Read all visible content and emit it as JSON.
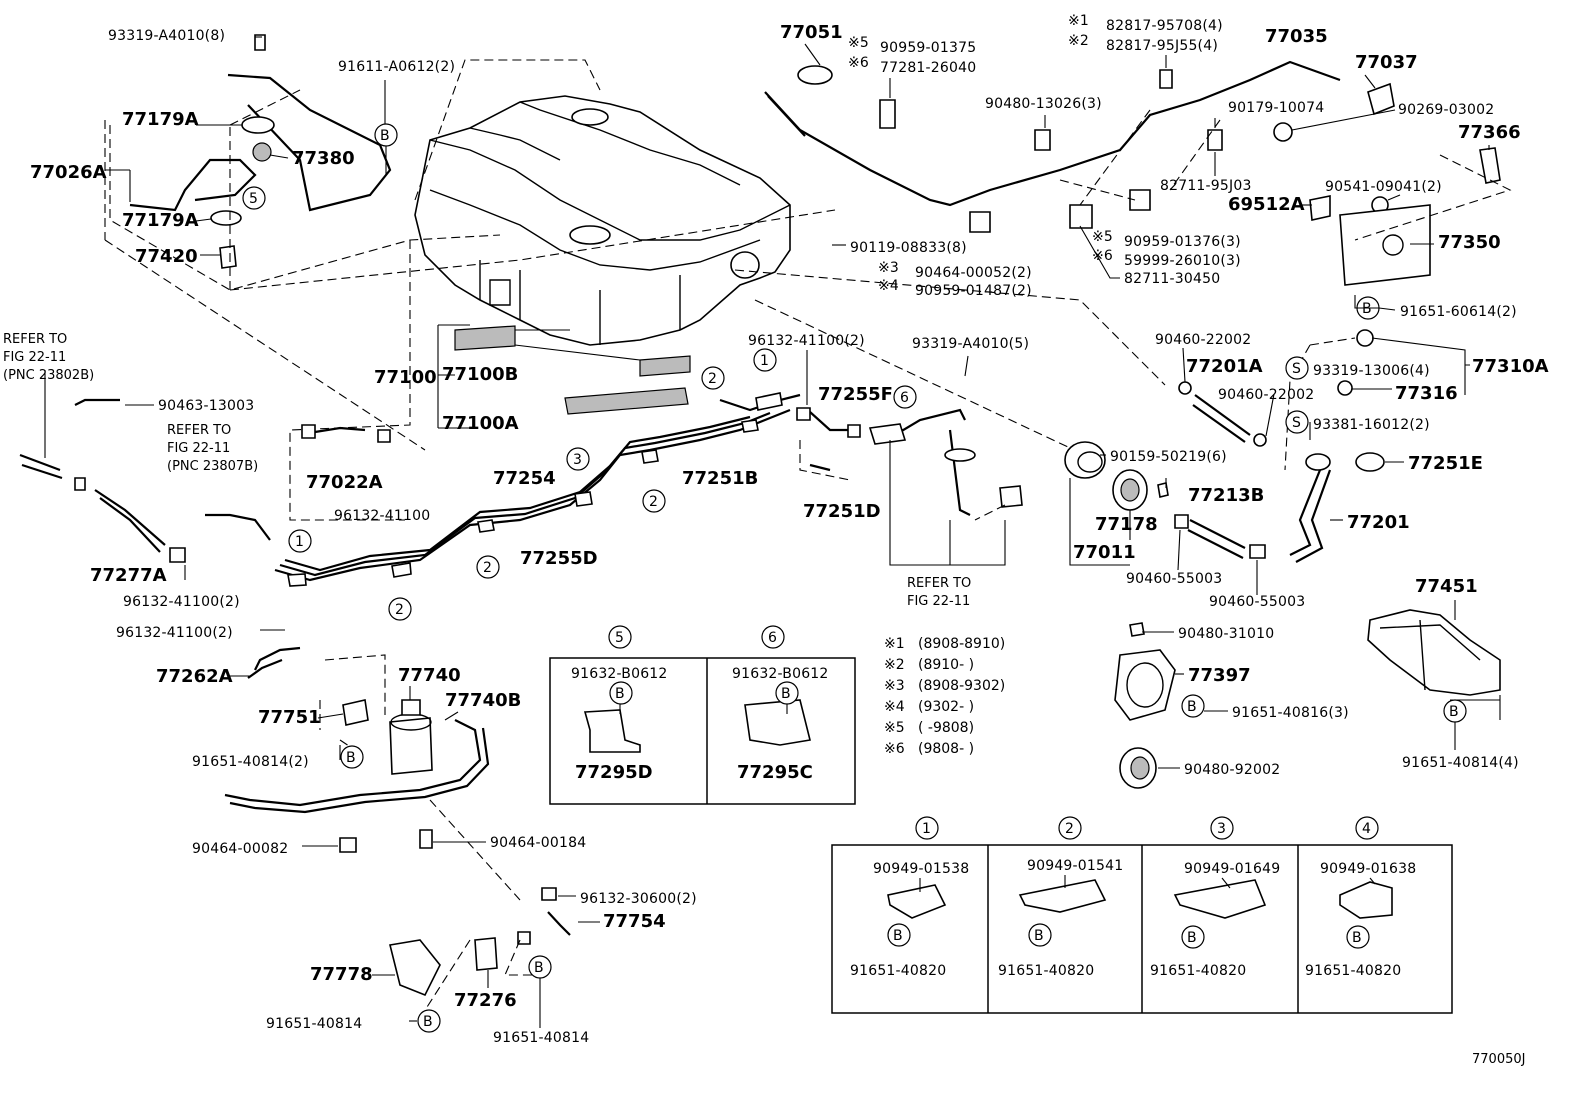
{
  "diagram_code": "770050J",
  "labels": {
    "p77051": "77051",
    "n_s5": "※5",
    "p_90959_01375": "90959-01375",
    "n_s6": "※6",
    "p_77281_26040": "77281-26040",
    "n_s1": "※1",
    "p_82817_95708": "82817-95708(4)",
    "n_s2": "※2",
    "p_82817_95J55": "82817-95J55(4)",
    "p77035": "77035",
    "p77037": "77037",
    "p_90480_13026": "90480-13026(3)",
    "p_90179_10074": "90179-10074",
    "p_90269_03002": "90269-03002",
    "p77366": "77366",
    "p_82711_95J03": "82711-95J03",
    "p_90541_09041": "90541-09041(2)",
    "p69512A": "69512A",
    "p77350": "77350",
    "n_s5b": "※5",
    "p_90959_01376": "90959-01376(3)",
    "n_s6b": "※6",
    "p_59999_26010": "59999-26010(3)",
    "p_82711_30450": "82711-30450",
    "p_90119_08833": "90119-08833(8)",
    "n_s3": "※3",
    "p_90464_00052": "90464-00052(2)",
    "n_s4": "※4",
    "p_90959_01487": "90959-01487(2)",
    "p_91651_60614": "91651-60614(2)",
    "p_93319_A4010_8": "93319-A4010(8)",
    "p_91611_A0612": "91611-A0612(2)",
    "p77179A_1": "77179A",
    "p77380": "77380",
    "p77026A": "77026A",
    "p77179A_2": "77179A",
    "p77420": "77420",
    "refer1_l1": "REFER TO",
    "refer1_l2": "FIG 22-11",
    "refer1_l3": "(PNC 23802B)",
    "p_90463_13003": "90463-13003",
    "refer2_l1": "REFER TO",
    "refer2_l2": "FIG 22-11",
    "refer2_l3": "(PNC 23807B)",
    "p77100": "77100",
    "p77100B": "77100B",
    "p77100A": "77100A",
    "p_96132_41100_2a": "96132-41100(2)",
    "p_93319_A4010_5": "93319-A4010(5)",
    "p77255F": "77255F",
    "p77022A": "77022A",
    "p_96132_41100": "96132-41100",
    "p77254": "77254",
    "p77251B": "77251B",
    "p77251D": "77251D",
    "p77255D": "77255D",
    "p77277A": "77277A",
    "p_96132_41100_2b": "96132-41100(2)",
    "p_96132_41100_2c": "96132-41100(2)",
    "p_90460_22002_a": "90460-22002",
    "p77201A": "77201A",
    "p_90460_22002_b": "90460-22002",
    "p_93319_13006": "93319-13006(4)",
    "p77310A": "77310A",
    "p77316": "77316",
    "p_93381_16012": "93381-16012(2)",
    "p77251E": "77251E",
    "p_90159_50219": "90159-50219(6)",
    "p77213B": "77213B",
    "p77178": "77178",
    "p77011": "77011",
    "p77201": "77201",
    "p_90460_55003_a": "90460-55003",
    "p_90460_55003_b": "90460-55003",
    "refer3_l1": "REFER TO",
    "refer3_l2": "FIG 22-11",
    "p77451": "77451",
    "p_90480_31010": "90480-31010",
    "p77397": "77397",
    "p_91651_40816": "91651-40816(3)",
    "p_90480_92002": "90480-92002",
    "p_91651_40814_4": "91651-40814(4)",
    "p77262A": "77262A",
    "p77740": "77740",
    "p77740B": "77740B",
    "p77751": "77751",
    "p_91651_40814_2": "91651-40814(2)",
    "p_90464_00082": "90464-00082",
    "p_90464_00184": "90464-00184",
    "p_96132_30600": "96132-30600(2)",
    "p77754": "77754",
    "p77778": "77778",
    "p77276": "77276",
    "p_91651_40814_a": "91651-40814",
    "p_91651_40814_b": "91651-40814",
    "detail5_title": "5",
    "detail5_part": "91632-B0612",
    "detail5_ref": "77295D",
    "detail6_title": "6",
    "detail6_part": "91632-B0612",
    "detail6_ref": "77295C",
    "clamp1_title": "1",
    "clamp1_part": "90949-01538",
    "clamp1_bolt": "91651-40820",
    "clamp2_title": "2",
    "clamp2_part": "90949-01541",
    "clamp2_bolt": "91651-40820",
    "clamp3_title": "3",
    "clamp3_part": "90949-01649",
    "clamp3_bolt": "91651-40820",
    "clamp4_title": "4",
    "clamp4_part": "90949-01638",
    "clamp4_bolt": "91651-40820",
    "b": "B",
    "s": "S",
    "c1": "1",
    "c2": "2",
    "c3": "3",
    "c4": "4",
    "c5": "5",
    "c6": "6"
  },
  "notes": [
    {
      "mark": "※1",
      "text": "(8908-8910)"
    },
    {
      "mark": "※2",
      "text": "(8910-        )"
    },
    {
      "mark": "※3",
      "text": "(8908-9302)"
    },
    {
      "mark": "※4",
      "text": "(9302-        )"
    },
    {
      "mark": "※5",
      "text": "(         -9808)"
    },
    {
      "mark": "※6",
      "text": "(9808-        )"
    }
  ]
}
